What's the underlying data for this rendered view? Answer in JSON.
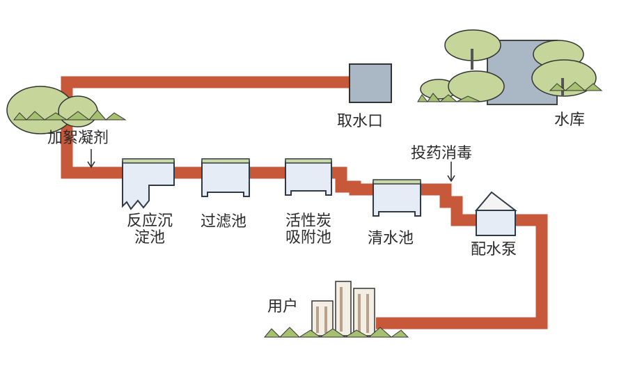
{
  "labels": {
    "intake": "取水口",
    "reservoir": "水库",
    "coagulant": "加絮凝剂",
    "disinfect": "投药消毒",
    "sedimentation_line1": "反应沉",
    "sedimentation_line2": "淀池",
    "filter": "过滤池",
    "carbon_line1": "活性炭",
    "carbon_line2": "吸附池",
    "clearwater": "清水池",
    "pump": "配水泵",
    "users": "用户"
  },
  "colors": {
    "pipe": "#c8583a",
    "tank_fill": "#e6ecf6",
    "tank_stroke": "#2f3a46",
    "tank_top": "#c9d8a4",
    "reservoir": "#a9b8c4",
    "tree": "#c6d69a",
    "grass": "#a5c06f"
  }
}
